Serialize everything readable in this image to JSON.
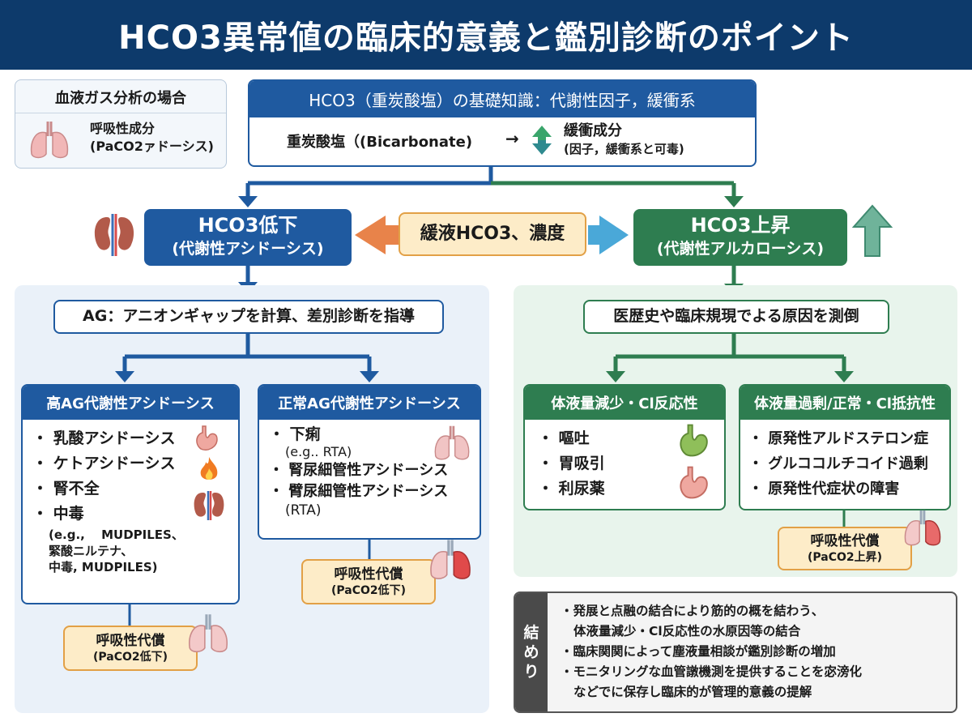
{
  "title": "HCO3異常値の臨床的意義と鑑別診断のポイント",
  "blood_gas": {
    "heading": "血液ガス分析の場合",
    "line1": "呼吸性成分",
    "line2": "(PaCO2ァドーシス)"
  },
  "basics": {
    "heading": "HCO3（重炭酸塩）の基礎知識：代謝性因子，緩衝系",
    "left": "重炭酸塩（(Bicarbonate)",
    "arrow": "→",
    "right1": "緩衝成分",
    "right2": "(因子，緩衝系と可毒)"
  },
  "low": {
    "title1": "HCO3低下",
    "title2": "(代謝性アシドーシス)"
  },
  "center_label": "緩液HCO3、濃度",
  "high": {
    "title1": "HCO3上昇",
    "title2": "(代謝性アルカローシス)"
  },
  "ag_label": "AG：アニオンギャップを計算、差別診断を指導",
  "high_ag": {
    "heading": "高AG代謝性アシドーシス",
    "items": [
      "乳酸アシドーシス",
      "ケトアシドーシス",
      "腎不全",
      "中毒"
    ],
    "sub1": "(e.g.,　 MUDPILES、",
    "sub2": "緊酸ニルテナ、",
    "sub3": "中毒, MUDPILES)"
  },
  "normal_ag": {
    "heading": "正常AG代謝性アシドーシス",
    "item1": "下痢",
    "sub1": "(e.g.. RTA)",
    "item2": "腎尿細管性アシドーシス",
    "item3": "臂尿細管性アシドーシス",
    "sub3": "(RTA)"
  },
  "comp_low_left": {
    "t1": "呼吸性代償",
    "t2": "(PaCO2低下)"
  },
  "comp_low_right": {
    "t1": "呼吸性代償",
    "t2": "(PaCO2低下)"
  },
  "cause_label": "医歴史や臨床規現でよる原因を測倒",
  "vol_loss": {
    "heading": "体液量減少・Cl反応性",
    "items": [
      "嘔吐",
      "胃吸引",
      "利尿薬"
    ]
  },
  "vol_excess": {
    "heading": "体液量過剰/正常・Cl抵抗性",
    "items": [
      "原発性アルドステロン症",
      "グルココルチコイド過剰",
      "原発性代症状の障害"
    ]
  },
  "comp_high": {
    "t1": "呼吸性代償",
    "t2": "(PaCO2上昇)"
  },
  "conclusion": {
    "label": "結め\nり",
    "label_chars": [
      "結",
      "め",
      "り"
    ],
    "bullets": [
      "発展と点融の結合により筋的の概を結わう、",
      "体液量減少・Cl反応性の水原因等の結合",
      "臨床関関によって塵液量相談が鑑別診断の増加",
      "モニタリングな血管譈機測を提供することを宓滂化",
      "などでに保存し臨床的が管理的意義の提解"
    ]
  },
  "colors": {
    "navy": "#0d3a6b",
    "blue": "#1f5aa0",
    "green": "#2e7d50",
    "orange": "#e8834a",
    "light_blue_arrow": "#4aa8d8",
    "comp_fill": "#fdecc8"
  },
  "icons": [
    "lungs-icon",
    "kidney-icon",
    "stomach-icon",
    "fire-icon",
    "up-down-arrows-icon",
    "up-arrow-icon"
  ]
}
